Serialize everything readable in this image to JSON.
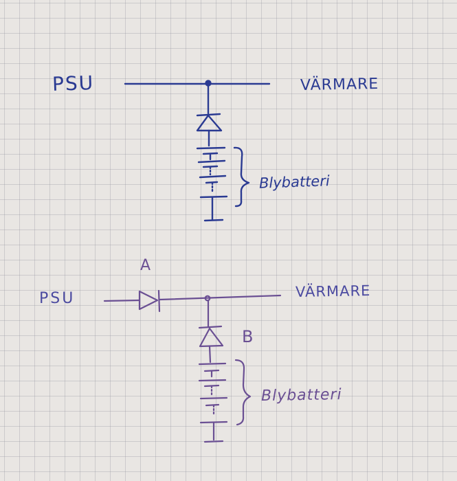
{
  "diagram_1": {
    "left_label": "PSU",
    "right_label": "VÄRMARE",
    "battery_label": "Blybatteri"
  },
  "diagram_2": {
    "left_label": "PSU",
    "right_label": "VÄRMARE",
    "battery_label": "Blybatteri",
    "diode_a_label": "A",
    "diode_b_label": "B"
  },
  "colors": {
    "paper": "#e9e6e3",
    "grid": "#9696a0",
    "ink_dark_blue": "#2a3a92",
    "ink_purple": "#6a4f93"
  }
}
